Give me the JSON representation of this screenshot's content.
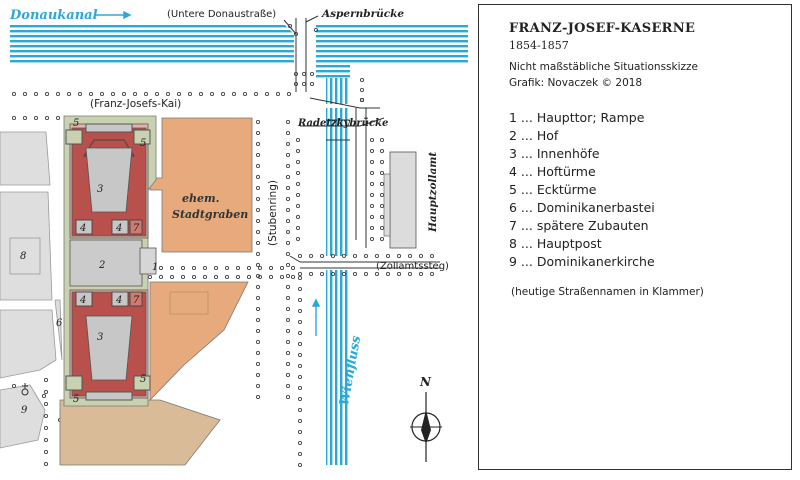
{
  "legend": {
    "title": "FRANZ-JOSEF-KASERNE",
    "years": "1854-1857",
    "note1": "Nicht maßstäbliche Situationsskizze",
    "note2": "Grafik: Novaczek © 2018",
    "items": [
      "1 ... Haupttor; Rampe",
      "2 ... Hof",
      "3 ... Innenhöfe",
      "4 ... Hoftürme",
      "5 ... Ecktürme",
      "6 ... Dominikanerbastei",
      "7 ... spätere Zubauten",
      "8 ... Hauptpost",
      "9 ... Dominikanerkirche"
    ],
    "footnote": "(heutige Straßennamen in Klammer)"
  },
  "map_labels": {
    "donaukanal": "Donaukanal",
    "untere_donaustrasse": "(Untere Donaustraße)",
    "aspernbruecke": "Aspernbrücke",
    "franz_josefs_kai": "(Franz-Josefs-Kai)",
    "radetzkybruecke": "Radetzkybrücke",
    "stubenring": "(Stubenring)",
    "stadtgraben_1": "ehem.",
    "stadtgraben_2": "Stadtgraben",
    "hauptzollamt": "Hauptzollamt",
    "zollamtssteg": "(Zollamtssteg)",
    "wienfluss": "Wienfluss",
    "north": "N"
  },
  "building_numbers": {
    "n1": "1",
    "n2": "2",
    "n3a": "3",
    "n3b": "3",
    "n4a": "4",
    "n4b": "4",
    "n4c": "4",
    "n4d": "4",
    "n5a": "5",
    "n5b": "5",
    "n5c": "5",
    "n5d": "5",
    "n6": "6",
    "n7a": "7",
    "n7b": "7",
    "n8": "8",
    "n9": "9"
  },
  "scale": {
    "ticks": [
      "0",
      "50",
      "100m"
    ]
  },
  "colors": {
    "water": "#2aa8d8",
    "water_text": "#2aa8d8",
    "barracks_red": "#b8504c",
    "barracks_pink": "#e3b3ac",
    "bastion_green": "#c9d2b0",
    "courtyard_grey": "#cbcbcb",
    "stadtgraben": "#e6aa7c",
    "sand": "#d9bc97",
    "buildings": "#dcdcdc"
  }
}
